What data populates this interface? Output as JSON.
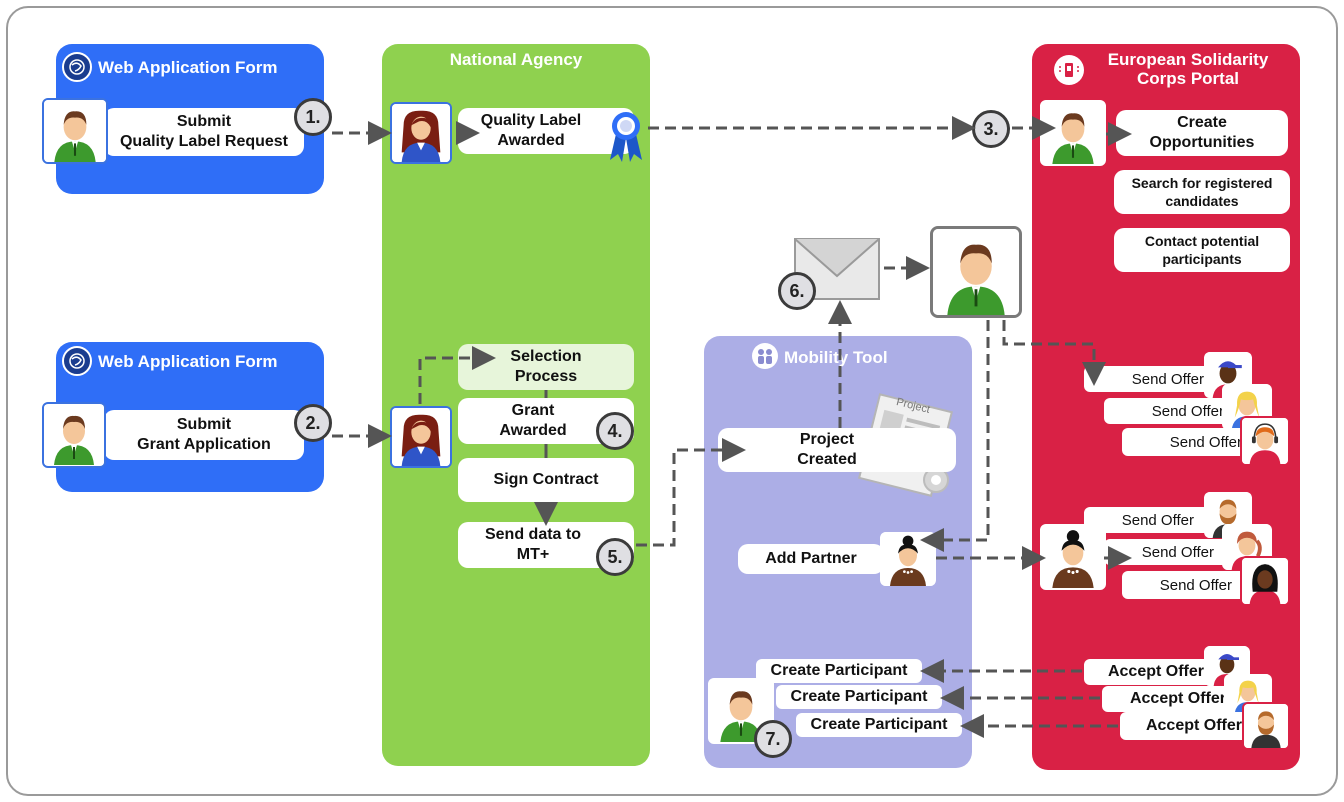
{
  "panels": {
    "web_form_1": {
      "title": "Web Application Form",
      "action": "Submit\nQuality Label Request",
      "step": "1."
    },
    "web_form_2": {
      "title": "Web Application Form",
      "action": "Submit\nGrant Application",
      "step": "2."
    },
    "national_agency": {
      "title": "National Agency",
      "quality_label": "Quality Label\nAwarded",
      "selection": "Selection\nProcess",
      "grant": "Grant\nAwarded",
      "grant_step": "4.",
      "sign": "Sign Contract",
      "send_data": "Send data to\nMT+",
      "send_data_step": "5."
    },
    "mobility_tool": {
      "title": "Mobility Tool",
      "project_created": "Project\nCreated",
      "project_doc_label": "Project",
      "add_partner": "Add Partner",
      "create_participant": [
        "Create Participant",
        "Create Participant",
        "Create Participant"
      ],
      "create_step": "7."
    },
    "portal": {
      "title": "European Solidarity\nCorps Portal",
      "step": "3.",
      "create_opportunities": "Create\nOpportunities",
      "search": "Search for registered\ncandidates",
      "contact": "Contact potential\nparticipants",
      "send_offer_group1": [
        "Send Offer",
        "Send Offer",
        "Send Offer"
      ],
      "send_offer_group2": [
        "Send Offer",
        "Send Offer",
        "Send Offer"
      ],
      "accept_offer": [
        "Accept Offer",
        "Accept Offer",
        "Accept Offer"
      ]
    },
    "mail_step": "6."
  },
  "colors": {
    "web_form": "#2f6ef7",
    "national_agency": "#8fd14f",
    "mobility_tool": "#acaee6",
    "portal": "#d92145",
    "arrow": "#555555"
  }
}
